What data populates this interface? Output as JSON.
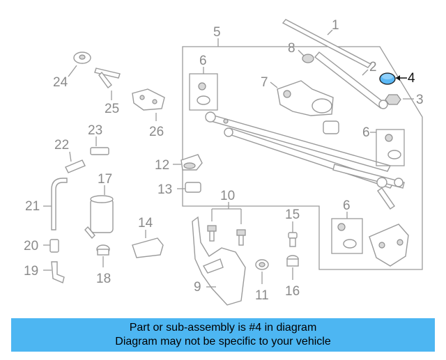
{
  "diagram": {
    "highlight_color": "#5bb8f5",
    "highlighted_part": "4",
    "callouts": [
      "1",
      "2",
      "3",
      "4",
      "5",
      "6",
      "7",
      "8",
      "9",
      "10",
      "11",
      "12",
      "13",
      "14",
      "15",
      "16",
      "17",
      "18",
      "19",
      "20",
      "21",
      "22",
      "23",
      "24",
      "25",
      "26"
    ],
    "callout_6_repeats": 3
  },
  "banner": {
    "line1": "Part or sub-assembly is #4 in diagram",
    "line2": "Diagram may not be specific to your vehicle",
    "background": "#4db6f2"
  }
}
